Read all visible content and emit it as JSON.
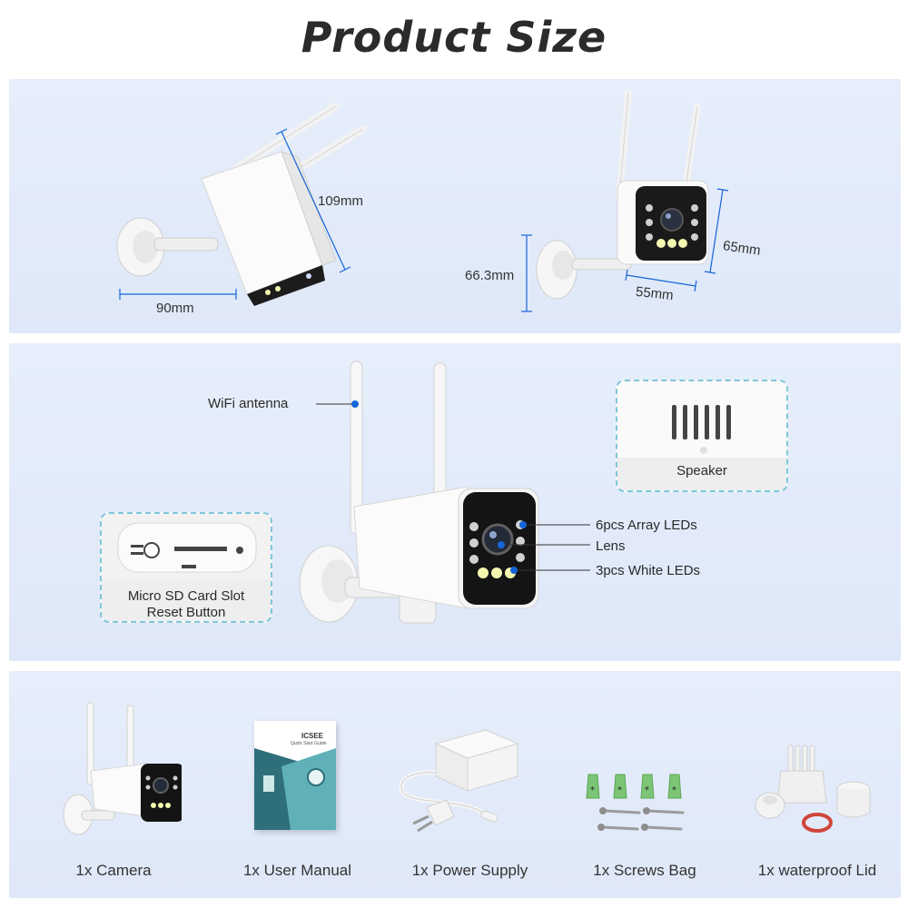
{
  "title": "Product Size",
  "dimensions": {
    "side_height": "109mm",
    "side_width": "90mm",
    "front_height": "65mm",
    "front_width": "55mm",
    "mount_height": "66.3mm"
  },
  "features": {
    "wifi_antenna": "WiFi antenna",
    "speaker": "Speaker",
    "sd_slot": "Micro SD Card Slot",
    "reset_button": "Reset Button",
    "array_leds": "6pcs Array LEDs",
    "lens": "Lens",
    "white_leds": "3pcs White LEDs"
  },
  "manual": {
    "brand": "ICSEE",
    "subtitle": "Quick Start Guide"
  },
  "accessories": [
    {
      "label": "1x Camera"
    },
    {
      "label": "1x User Manual"
    },
    {
      "label": "1x Power Supply"
    },
    {
      "label": "1x Screws Bag"
    },
    {
      "label": "1x waterproof Lid"
    }
  ],
  "colors": {
    "panel_bg": "#e3ebf9",
    "accent_blue": "#1565d8",
    "callout_border": "#7fc7d9",
    "led_white": "#f4f7b0",
    "screw_anchor": "#7cc576"
  }
}
